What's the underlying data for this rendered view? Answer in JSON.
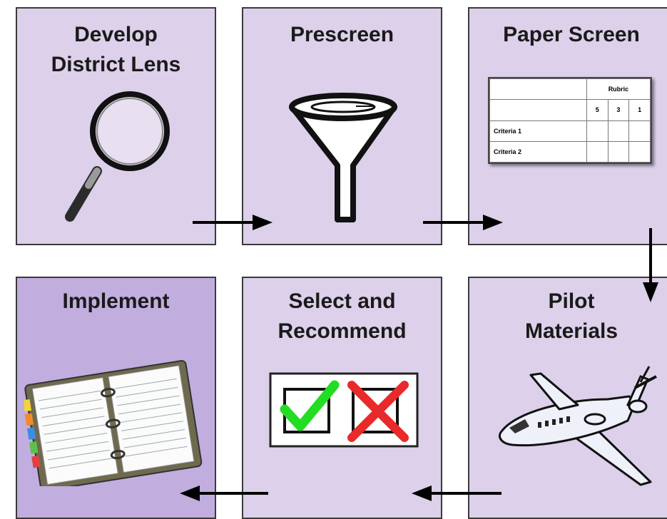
{
  "panels": [
    {
      "id": "develop",
      "title_lines": [
        "Develop",
        "District Lens"
      ],
      "icon": "magnifying-glass-icon"
    },
    {
      "id": "prescreen",
      "title_lines": [
        "Prescreen"
      ],
      "icon": "funnel-icon"
    },
    {
      "id": "paper",
      "title_lines": [
        "Paper Screen"
      ],
      "icon": "rubric-table"
    },
    {
      "id": "implement",
      "title_lines": [
        "Implement"
      ],
      "icon": "planner-icon"
    },
    {
      "id": "select",
      "title_lines": [
        "Select and",
        "Recommend"
      ],
      "icon": "check-and-x-icon"
    },
    {
      "id": "pilot",
      "title_lines": [
        "Pilot",
        "Materials"
      ],
      "icon": "airplane-icon"
    }
  ],
  "rubric": {
    "title": "Rubric",
    "scores": [
      "5",
      "3",
      "1"
    ],
    "criteria": [
      "Criteria 1",
      "Criteria 2"
    ]
  },
  "colors": {
    "panel_fill": "#dcd0ea",
    "implement_fill": "#c2addf",
    "check": "#22dd22",
    "cross": "#e82a2a"
  }
}
